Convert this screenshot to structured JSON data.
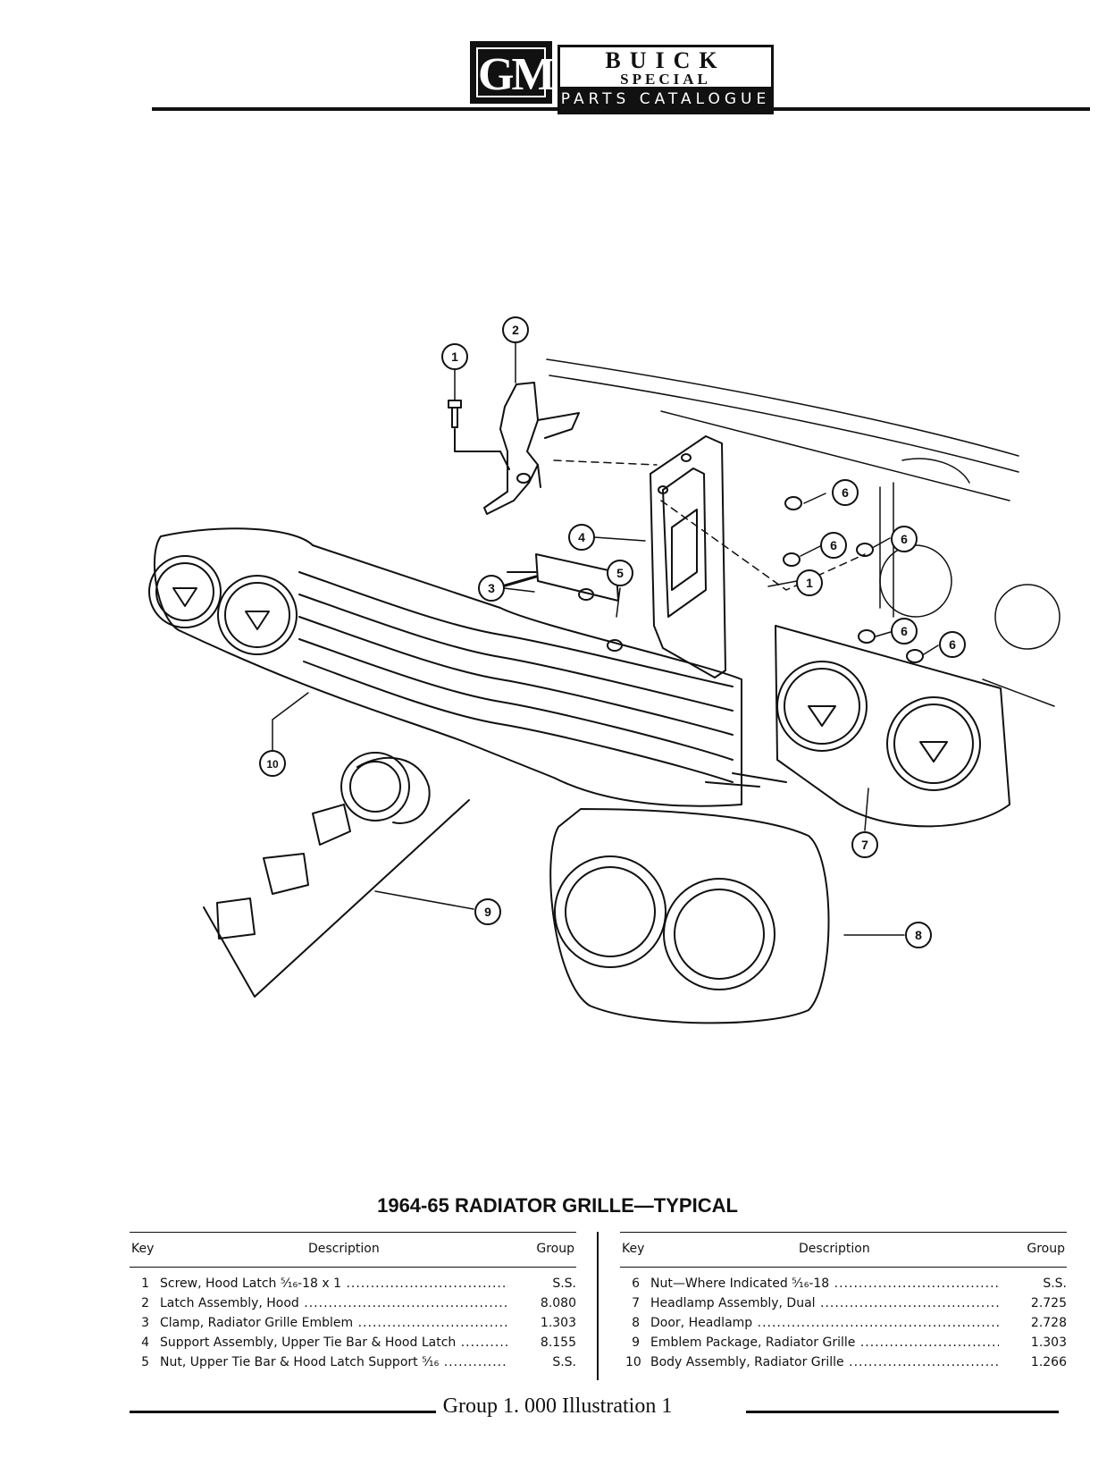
{
  "header": {
    "logo": "GM",
    "brand": "BUICK",
    "series": "SPECIAL",
    "catalogue": "PARTS CATALOGUE"
  },
  "callouts": [
    "1",
    "2",
    "1",
    "3",
    "4",
    "5",
    "6",
    "6",
    "6",
    "6",
    "6",
    "7",
    "8",
    "9",
    "10"
  ],
  "caption": "1964-65 RADIATOR GRILLE—TYPICAL",
  "table": {
    "headers": {
      "key": "Key",
      "description": "Description",
      "group": "Group"
    },
    "left": [
      {
        "key": "1",
        "description": "Screw, Hood Latch ⁵⁄₁₆-18 x 1",
        "group": "S.S."
      },
      {
        "key": "2",
        "description": "Latch Assembly, Hood",
        "group": "8.080"
      },
      {
        "key": "3",
        "description": "Clamp, Radiator Grille Emblem",
        "group": "1.303"
      },
      {
        "key": "4",
        "description": "Support Assembly, Upper Tie Bar & Hood Latch",
        "group": "8.155"
      },
      {
        "key": "5",
        "description": "Nut, Upper Tie Bar & Hood Latch Support ⁵⁄₁₆",
        "group": "S.S."
      }
    ],
    "right": [
      {
        "key": "6",
        "description": "Nut—Where Indicated ⁵⁄₁₆-18",
        "group": "S.S."
      },
      {
        "key": "7",
        "description": "Headlamp Assembly, Dual",
        "group": "2.725"
      },
      {
        "key": "8",
        "description": "Door, Headlamp",
        "group": "2.728"
      },
      {
        "key": "9",
        "description": "Emblem Package, Radiator Grille",
        "group": "1.303"
      },
      {
        "key": "10",
        "description": "Body Assembly, Radiator Grille",
        "group": "1.266"
      }
    ]
  },
  "footer": "Group 1. 000 Illustration 1"
}
